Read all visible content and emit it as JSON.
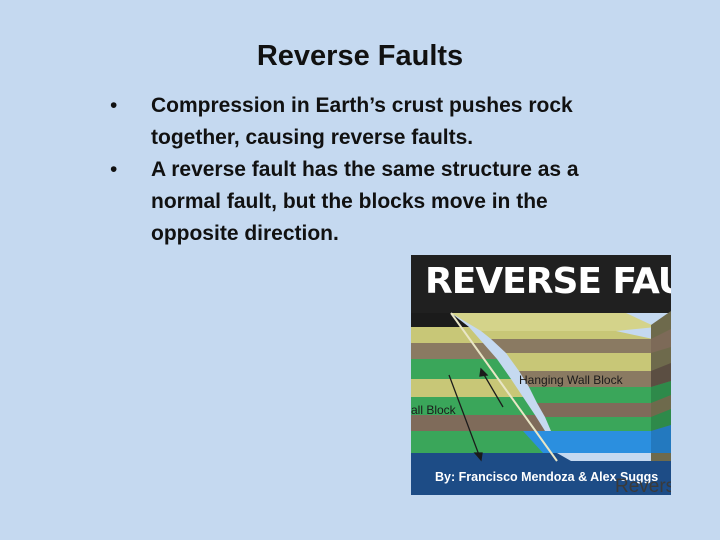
{
  "slide": {
    "title": "Reverse Faults",
    "bullets": [
      {
        "marker": "•",
        "text": "Compression in Earth’s crust pushes rock together, causing reverse faults."
      },
      {
        "marker": "•",
        "text": "A reverse fault has the same structure as a normal fault, but the blocks move in the opposite direction."
      }
    ]
  },
  "figure": {
    "title": "REVERSE FAULT",
    "hanging_wall_label": "Hanging Wall Block",
    "footwall_label": "all Block",
    "credit": "By: Francisco Mendoza & Alex Suggs",
    "corner_text": "Revers"
  },
  "colors": {
    "background": "#c5d9f0",
    "figure_header": "#202020",
    "layer_tan": "#c8c777",
    "layer_brown": "#7f6b5a",
    "layer_green": "#3aa65a",
    "layer_blue": "#2b8fdf",
    "layer_navy": "#1d4c86"
  }
}
